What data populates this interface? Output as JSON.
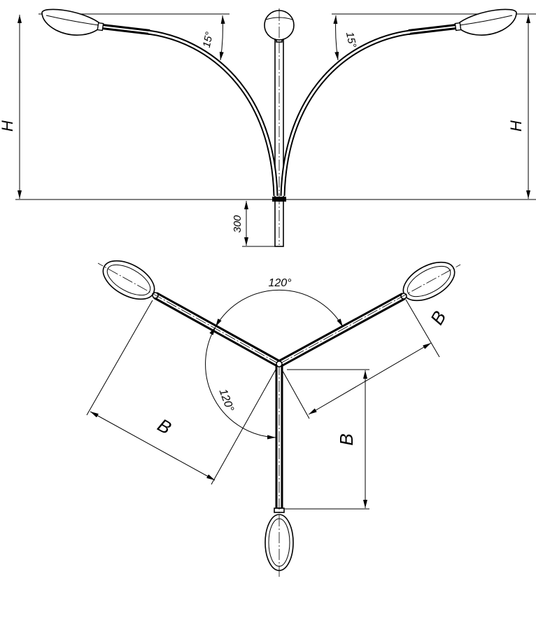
{
  "colors": {
    "line": "#000000",
    "background": "#ffffff"
  },
  "elevation": {
    "height_left": "H",
    "height_right": "H",
    "arm_angle_left": "15°",
    "arm_angle_right": "15°",
    "base_depth": "300"
  },
  "plan": {
    "angle_top": "120°",
    "angle_left": "120°",
    "reach_left": "B",
    "reach_right": "B",
    "reach_vertical": "B"
  }
}
